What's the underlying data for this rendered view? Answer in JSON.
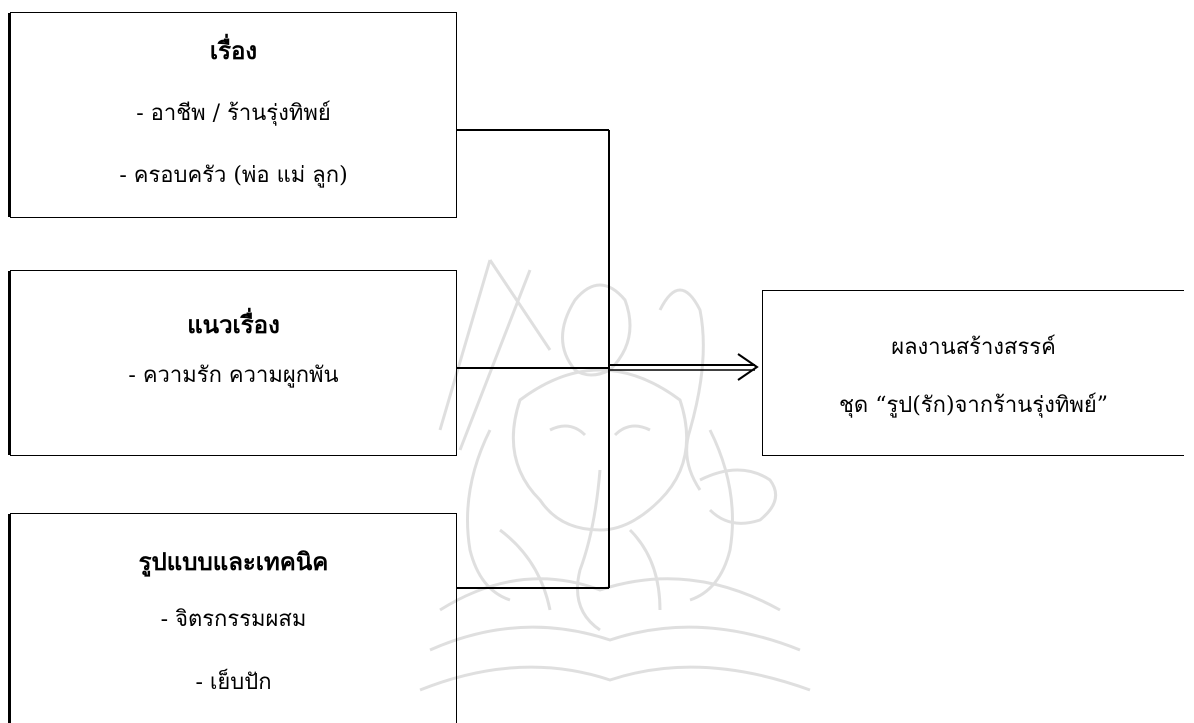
{
  "boxes": {
    "story": {
      "title": "เรื่อง",
      "lines": [
        "- อาชีพ / ร้านรุ่งทิพย์",
        "- ครอบครัว (พ่อ แม่ ลูก)"
      ]
    },
    "theme": {
      "title": "แนวเรื่อง",
      "lines": [
        "- ความรัก ความผูกพัน"
      ]
    },
    "style": {
      "title": "รูปแบบและเทคนิค",
      "lines": [
        "- จิตรกรรมผสม",
        "- เย็บปัก"
      ]
    },
    "result": {
      "lines": [
        "ผลงานสร้างสรรค์",
        "ชุด “รูป(รัก)จากร้านรุ่งทิพย์”"
      ]
    }
  },
  "colors": {
    "line": "#000000",
    "watermark": "#9a9a9a"
  },
  "watermark": {
    "icon": "ganesha-emblem-icon"
  }
}
